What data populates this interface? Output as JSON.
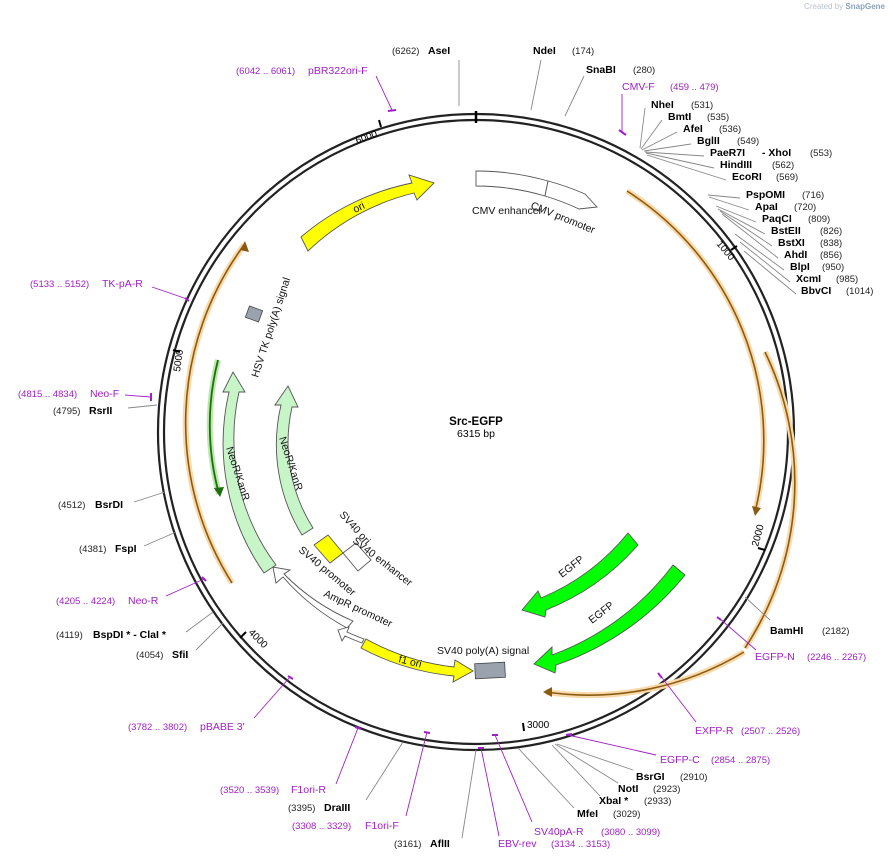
{
  "brand": {
    "created_by": "Created by",
    "name": "SnapGene"
  },
  "plasmid": {
    "name": "Src-EGFP",
    "size_label": "6315 bp",
    "length": 6315
  },
  "ticks": [
    {
      "bp": 1000,
      "label": "1000"
    },
    {
      "bp": 2000,
      "label": "2000"
    },
    {
      "bp": 3000,
      "label": "3000"
    },
    {
      "bp": 4000,
      "label": "4000"
    },
    {
      "bp": 5000,
      "label": "5000"
    },
    {
      "bp": 6000,
      "label": "6000"
    }
  ],
  "enzymes": [
    {
      "name": "AseI",
      "pos": "(6262)",
      "side": "L"
    },
    {
      "name": "NdeI",
      "pos": "(174)",
      "side": "R"
    },
    {
      "name": "SnaBI",
      "pos": "(280)",
      "side": "R"
    },
    {
      "name": "NheI",
      "pos": "(531)",
      "side": "R"
    },
    {
      "name": "BmtI",
      "pos": "(535)",
      "side": "R"
    },
    {
      "name": "AfeI",
      "pos": "(536)",
      "side": "R"
    },
    {
      "name": "BglII",
      "pos": "(549)",
      "side": "R"
    },
    {
      "name": "PaeR7I",
      "pos": "",
      "side": "R"
    },
    {
      "name": "- XhoI",
      "pos": "(553)",
      "side": "R"
    },
    {
      "name": "HindIII",
      "pos": "(562)",
      "side": "R"
    },
    {
      "name": "EcoRI",
      "pos": "(569)",
      "side": "R"
    },
    {
      "name": "PspOMI",
      "pos": "(716)",
      "side": "R"
    },
    {
      "name": "ApaI",
      "pos": "(720)",
      "side": "R"
    },
    {
      "name": "PaqCI",
      "pos": "(809)",
      "side": "R"
    },
    {
      "name": "BstEII",
      "pos": "(826)",
      "side": "R"
    },
    {
      "name": "BstXI",
      "pos": "(838)",
      "side": "R"
    },
    {
      "name": "AhdI",
      "pos": "(856)",
      "side": "R"
    },
    {
      "name": "BlpI",
      "pos": "(950)",
      "side": "R"
    },
    {
      "name": "XcmI",
      "pos": "(985)",
      "side": "R"
    },
    {
      "name": "BbvCI",
      "pos": "(1014)",
      "side": "R"
    },
    {
      "name": "BamHI",
      "pos": "(2182)",
      "side": "R"
    },
    {
      "name": "BsrGI",
      "pos": "(2910)",
      "side": "R"
    },
    {
      "name": "NotI",
      "pos": "(2923)",
      "side": "R"
    },
    {
      "name": "XbaI *",
      "pos": "(2933)",
      "side": "R"
    },
    {
      "name": "MfeI",
      "pos": "(3029)",
      "side": "R"
    },
    {
      "name": "AflII",
      "pos": "(3161)",
      "side": "L"
    },
    {
      "name": "DraIII",
      "pos": "(3395)",
      "side": "L"
    },
    {
      "name": "SfiI",
      "pos": "(4054)",
      "side": "L"
    },
    {
      "name": "BspDI * - ClaI *",
      "pos": "(4119)",
      "side": "L"
    },
    {
      "name": "FspI",
      "pos": "(4381)",
      "side": "L"
    },
    {
      "name": "BsrDI",
      "pos": "(4512)",
      "side": "L"
    },
    {
      "name": "RsrII",
      "pos": "(4795)",
      "side": "L"
    }
  ],
  "primers": [
    {
      "name": "pBR322ori-F",
      "pos": "(6042 .. 6061)",
      "side": "R"
    },
    {
      "name": "CMV-F",
      "pos": "(459 .. 479)",
      "side": "L"
    },
    {
      "name": "EGFP-N",
      "pos": "(2246 .. 2267)",
      "side": "L"
    },
    {
      "name": "EXFP-R",
      "pos": "(2507 .. 2526)",
      "side": "L"
    },
    {
      "name": "EGFP-C",
      "pos": "(2854 .. 2875)",
      "side": "L"
    },
    {
      "name": "SV40pA-R",
      "pos": "(3080 .. 3099)",
      "side": "L"
    },
    {
      "name": "EBV-rev",
      "pos": "(3134 .. 3153)",
      "side": "L"
    },
    {
      "name": "F1ori-F",
      "pos": "(3308 .. 3329)",
      "side": "R"
    },
    {
      "name": "F1ori-R",
      "pos": "(3520 .. 3539)",
      "side": "R"
    },
    {
      "name": "pBABE 3'",
      "pos": "(3782 .. 3802)",
      "side": "R"
    },
    {
      "name": "Neo-R",
      "pos": "(4205 .. 4224)",
      "side": "R"
    },
    {
      "name": "Neo-F",
      "pos": "(4815 .. 4834)",
      "side": "R"
    },
    {
      "name": "TK-pA-R",
      "pos": "(5133 .. 5152)",
      "side": "R"
    }
  ],
  "features": [
    {
      "label": "CMV enhancer"
    },
    {
      "label": "CMV promoter"
    },
    {
      "label": "ori"
    },
    {
      "label": "HSV TK poly(A) signal"
    },
    {
      "label": "NeoR/KanR"
    },
    {
      "label": "NeoR/KanR"
    },
    {
      "label": "SV40 ori"
    },
    {
      "label": "SV40 enhancer"
    },
    {
      "label": "SV40 promoter"
    },
    {
      "label": "AmpR promoter"
    },
    {
      "label": "f1 ori"
    },
    {
      "label": "SV40 poly(A) signal"
    },
    {
      "label": "EGFP"
    },
    {
      "label": "EGFP"
    }
  ]
}
